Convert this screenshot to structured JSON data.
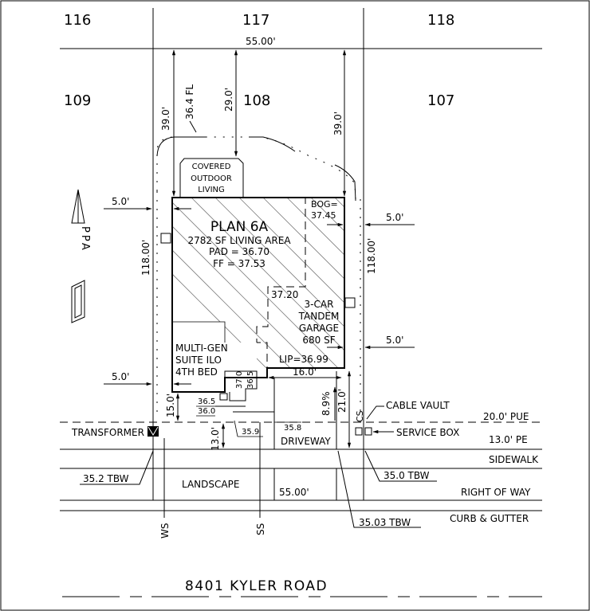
{
  "lots": {
    "l116": "116",
    "l117": "117",
    "l118": "118",
    "l109": "109",
    "l108": "108",
    "l107": "107"
  },
  "dims": {
    "top_width": "55.00'",
    "bottom_width": "55.00'",
    "rear_left": "39.0'",
    "rear_right": "39.0'",
    "rear_center": "29.0'",
    "fl": "36.4 FL",
    "side_left": "5.0'",
    "side_left2": "5.0'",
    "side_right": "5.0'",
    "side_right2": "5.0'",
    "depth_left": "118.00'",
    "depth_right": "118.00'",
    "front_15": "15.0'",
    "front_13": "13.0'",
    "driveway_16": "16.0'",
    "dim_89": "8.9%",
    "dim_21": "21.0'"
  },
  "house": {
    "plan": "PLAN 6A",
    "area": "2782 SF LIVING AREA",
    "pad": "PAD = 36.70",
    "ff": "FF = 37.53",
    "boq1": "BOG=",
    "boq2": "37.45",
    "elev_3720": "37.20",
    "garage1": "3-CAR",
    "garage2": "TANDEM",
    "garage3": "GARAGE",
    "garage4": "680 SF",
    "multi1": "MULTI-GEN",
    "multi2": "SUITE ILO",
    "multi3": "4TH BED",
    "lip": "LIP=36.99",
    "covered1": "COVERED",
    "covered2": "OUTDOOR",
    "covered3": "LIVING"
  },
  "elev": {
    "e370": "37.0",
    "e365a": "36.5",
    "e365b": "36.5",
    "e360": "36.0",
    "e358": "35.8",
    "e359": "35.9"
  },
  "labels": {
    "transformer": "TRANSFORMER",
    "cable_vault": "CABLE VAULT",
    "service_box": "SERVICE BOX",
    "cs": "CS",
    "pue": "20.0' PUE",
    "pe": "13.0' PE",
    "sidewalk": "SIDEWALK",
    "right_of_way": "RIGHT OF WAY",
    "curb": "CURB & GUTTER",
    "driveway": "DRIVEWAY",
    "landscape": "LANDSCAPE",
    "tbw_left": "35.2 TBW",
    "tbw_right": "35.0 TBW",
    "tbw_center": "35.03 TBW",
    "ws": "WS",
    "ss": "SS",
    "road": "8401 KYLER ROAD"
  },
  "north_arrow": {
    "icon": "north-arrow-icon",
    "mark": "PPA"
  }
}
